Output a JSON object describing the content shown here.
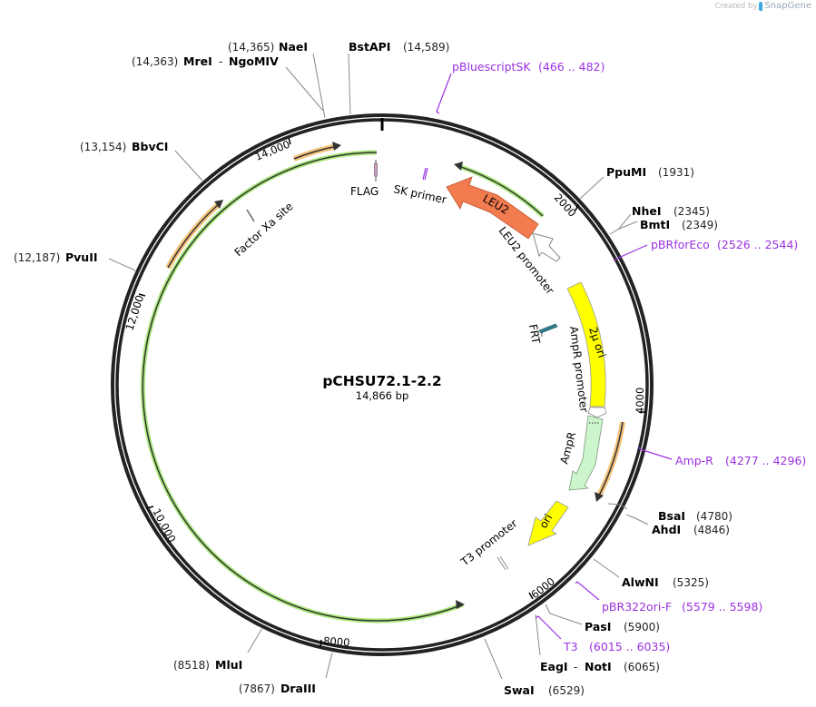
{
  "credit": {
    "prefix": "Created by",
    "brand": "SnapGene"
  },
  "plasmid": {
    "name": "pCHSU72.1-2.2",
    "length_label": "14,866 bp",
    "length_bp": 14866
  },
  "ticks": [
    {
      "label": "2000"
    },
    {
      "label": "4000"
    },
    {
      "label": "6000"
    },
    {
      "label": "8000"
    },
    {
      "label": "10,000"
    },
    {
      "label": "12,000"
    },
    {
      "label": "14,000"
    }
  ],
  "restriction_sites": [
    {
      "name": "NaeI",
      "pos": "(14,365)"
    },
    {
      "name": "MreI",
      "sep": "-",
      "name2": "NgoMIV",
      "pos": "(14,363)"
    },
    {
      "name": "BstAPI",
      "pos": "(14,589)"
    },
    {
      "name": "BbvCI",
      "pos": "(13,154)"
    },
    {
      "name": "PvuII",
      "pos": "(12,187)"
    },
    {
      "name": "PpuMI",
      "pos": "(1931)"
    },
    {
      "name": "NheI",
      "pos": "(2345)"
    },
    {
      "name": "BmtI",
      "pos": "(2349)"
    },
    {
      "name": "BsaI",
      "pos": "(4780)"
    },
    {
      "name": "AhdI",
      "pos": "(4846)"
    },
    {
      "name": "AlwNI",
      "pos": "(5325)"
    },
    {
      "name": "PasI",
      "pos": "(5900)"
    },
    {
      "name": "EagI",
      "sep": "-",
      "name2": "NotI",
      "pos": "(6065)"
    },
    {
      "name": "SwaI",
      "pos": "(6529)"
    },
    {
      "name": "MluI",
      "pos": "(8518)"
    },
    {
      "name": "DraIII",
      "pos": "(7867)"
    }
  ],
  "primers": [
    {
      "name": "pBluescriptSK",
      "range": "(466 .. 482)"
    },
    {
      "name": "pBRforEco",
      "range": "(2526 .. 2544)"
    },
    {
      "name": "Amp-R",
      "range": "(4277 .. 4296)"
    },
    {
      "name": "pBR322ori-F",
      "range": "(5579 .. 5598)"
    },
    {
      "name": "T3",
      "range": "(6015 .. 6035)"
    }
  ],
  "features": [
    {
      "name": "LEU2",
      "color": "#f27b4f"
    },
    {
      "name": "LEU2 promoter",
      "color": "#ffffff"
    },
    {
      "name": "2μ ori",
      "color": "#ffff00"
    },
    {
      "name": "AmpR promoter",
      "color": "#ffffff"
    },
    {
      "name": "AmpR",
      "color": "#ccf5cc"
    },
    {
      "name": "ori",
      "color": "#ffff00"
    },
    {
      "name": "T3 promoter"
    },
    {
      "name": "FRT",
      "color": "#2e7d8c"
    },
    {
      "name": "FLAG",
      "color": "#d4a0c8"
    },
    {
      "name": "SK primer",
      "color": "#9b30e0"
    },
    {
      "name": "Factor Xa site"
    }
  ],
  "colors": {
    "backbone": "#222222",
    "orf_glow_green": "#a8e87a",
    "orf_glow_orange": "#f5c27a",
    "primer": "#9b30e0"
  }
}
